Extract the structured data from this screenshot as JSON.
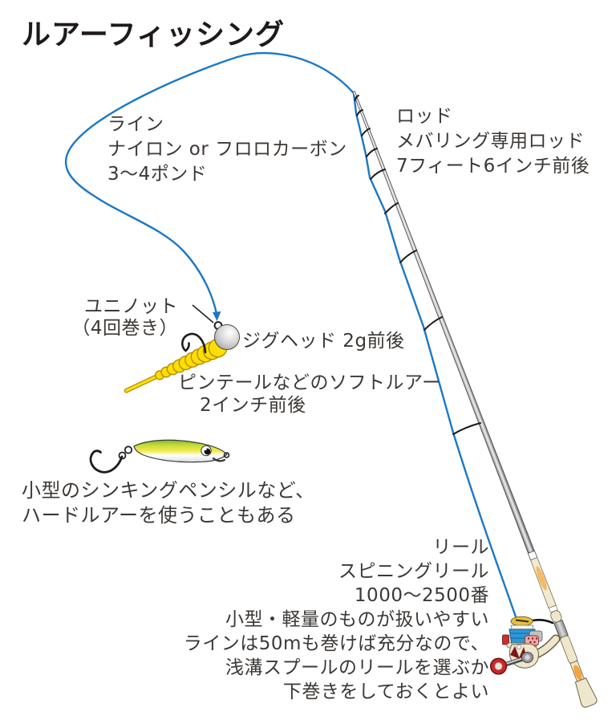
{
  "title": "ルアーフィッシング",
  "labels": {
    "line": {
      "title": "ライン",
      "detail1": "ナイロン or フロロカーボン",
      "detail2": "3〜4ポンド"
    },
    "rod": {
      "title": "ロッド",
      "detail1": "メバリング専用ロッド",
      "detail2": "7フィート6インチ前後"
    },
    "knot": {
      "line1": "ユニノット",
      "line2": "（4回巻き）"
    },
    "jighead": {
      "text": "ジグヘッド 2g前後"
    },
    "soft_lure": {
      "line1": "ピンテールなどのソフトルアー",
      "line2": "2インチ前後"
    },
    "hard_lure": {
      "line1": "小型のシンキングペンシルなど、",
      "line2": "ハードルアーを使うこともある"
    },
    "reel": {
      "line1": "リール",
      "line2": "スピニングリール",
      "line3": "1000〜2500番",
      "line4": "小型・軽量のものが扱いやすい",
      "line5": "ラインは50mも巻けば充分なので、",
      "line6": "浅溝スプールのリールを選ぶか",
      "line7": "下巻きをしておくとよい"
    }
  },
  "colors": {
    "line_blue": "#1b78c6",
    "text_ink": "#3c3835",
    "title_ink": "#1e1a19",
    "soft_lure_yellow": "#ffdf00",
    "reel_spool_blue": "#2e98d5",
    "grip_cream": "#efe7cc",
    "accent_orange": "#f09d32",
    "hook_black": "#1c1c1c"
  }
}
